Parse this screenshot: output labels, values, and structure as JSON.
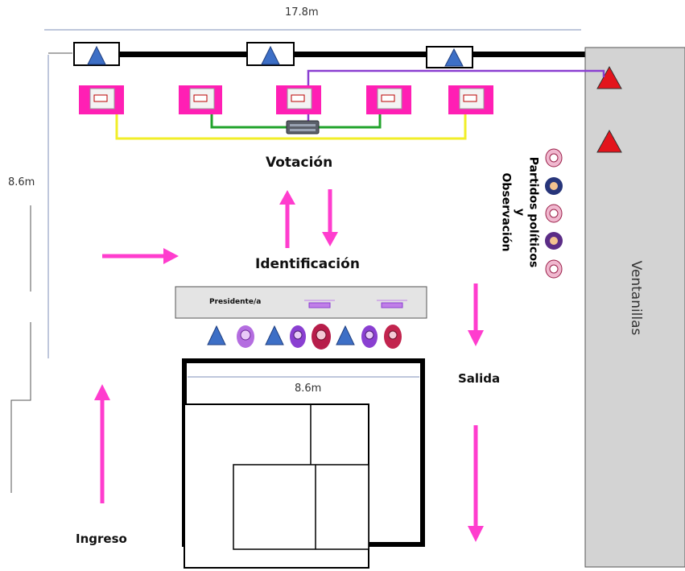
{
  "dimensions": {
    "top_width": "17.8m",
    "left_height": "8.6m",
    "inner_width": "8.6m"
  },
  "areas": {
    "votacion": "Votación",
    "identificacion": "Identificación",
    "salida": "Salida",
    "ingreso": "Ingreso",
    "ventanillas": "Ventanillas",
    "partidos_line1": "Partidos políticos y",
    "partidos_line2": "Observación"
  },
  "table": {
    "presidente_label": "Presidente/a"
  },
  "colors": {
    "arrow": "#ff3dce",
    "booth": "#ff1fb4",
    "yellow_cable": "#f1ee29",
    "green_cable": "#21a32b",
    "purple_cable": "#8a3fd1",
    "camera_blue": "#3d6fc6",
    "alarm_red": "#e3141c",
    "ventanillas_bg": "#d3d3d3",
    "table_bg": "#e4e4e4"
  },
  "icons": {
    "camera": "blue-triangle-icon",
    "alarm": "red-triangle-icon",
    "switch": "network-switch-icon",
    "person": "person-topview-icon",
    "device": "laptop-icon"
  }
}
